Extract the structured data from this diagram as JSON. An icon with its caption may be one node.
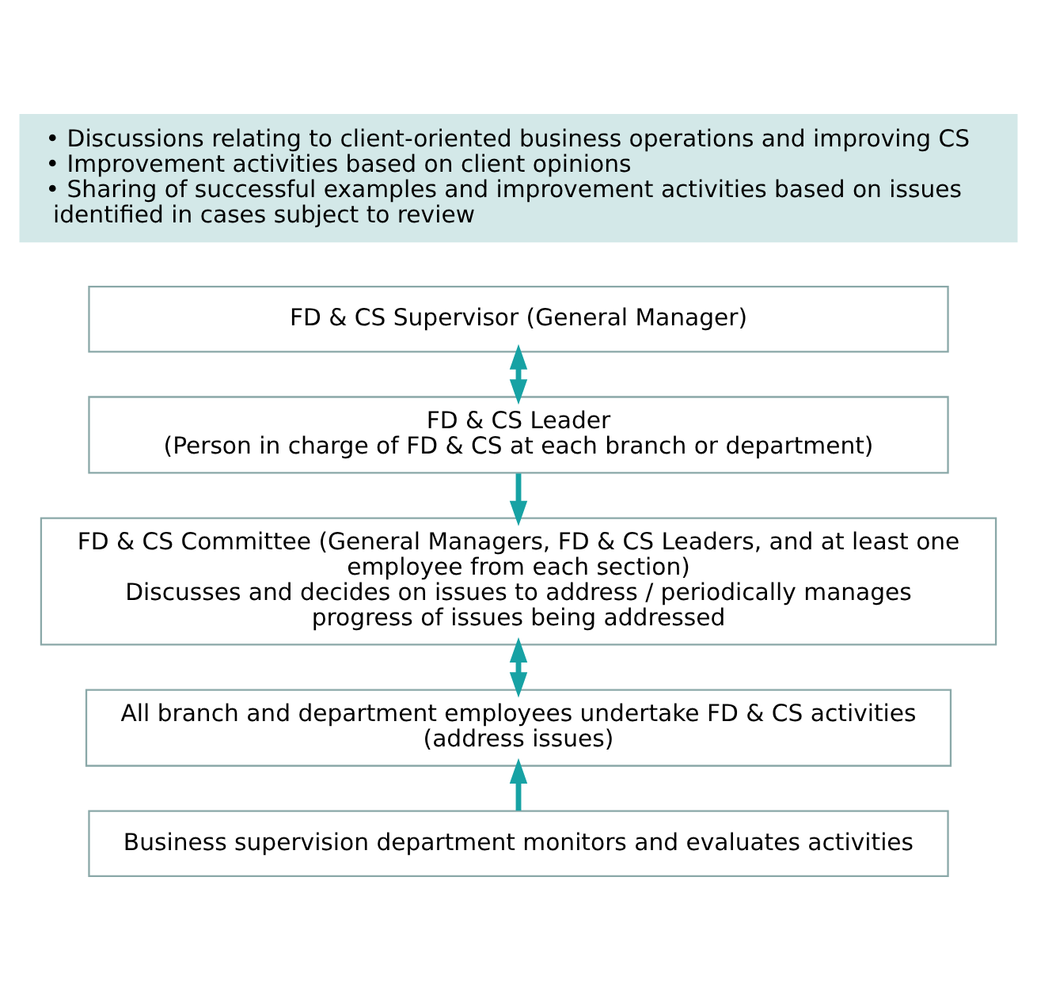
{
  "diagram": {
    "nodes": [
      {
        "text": [
          "• Discussions relating to client-oriented business operations and improving CS",
          "• Improvement activities based on client opinions",
          "• Sharing of successful examples and improvement activities based on issues identified in cases subject to review"
        ]
      },
      {
        "text": [
          "FD & CS Supervisor (General Manager)"
        ]
      },
      {
        "text": [
          "FD & CS Leader",
          "(Person in charge of FD & CS at each branch or department)"
        ]
      },
      {
        "text": [
          "FD & CS Committee (General Managers, FD & CS Leaders, and at least one employee from each section)",
          "Discusses and decides on issues to address / periodically manages progress of issues being addressed"
        ]
      },
      {
        "text": [
          "All branch and department employees undertake FD & CS activities (address issues)"
        ]
      },
      {
        "text": [
          "Business supervision department monitors and evaluates activities"
        ]
      }
    ],
    "edges": [
      {
        "from": 1,
        "to": 2,
        "arrow": "both"
      },
      {
        "from": 2,
        "to": 3,
        "arrow": "to"
      },
      {
        "from": 3,
        "to": 4,
        "arrow": "both"
      },
      {
        "from": 5,
        "to": 4,
        "arrow": "to"
      }
    ]
  }
}
